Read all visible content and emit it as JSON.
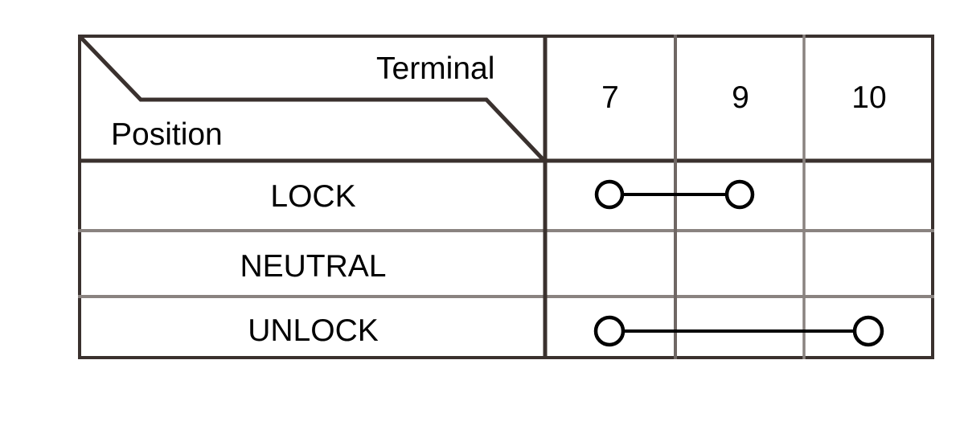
{
  "table": {
    "corner": {
      "terminal_label": "Terminal",
      "position_label": "Position"
    },
    "column_headers": [
      "7",
      "9",
      "10"
    ],
    "rows": [
      {
        "label": "LOCK",
        "connected_terminals": [
          "7",
          "9"
        ]
      },
      {
        "label": "NEUTRAL",
        "connected_terminals": []
      },
      {
        "label": "UNLOCK",
        "connected_terminals": [
          "7",
          "10"
        ]
      }
    ],
    "colors": {
      "border": "#3a312e",
      "inner_rule": "#8a8380",
      "text": "#000000",
      "background": "#ffffff",
      "connector": "#000000"
    },
    "symbols": {
      "terminal_node": "circle-node-icon",
      "connection": "continuity-line-icon",
      "corner_split": "diagonal-divider-icon"
    }
  }
}
